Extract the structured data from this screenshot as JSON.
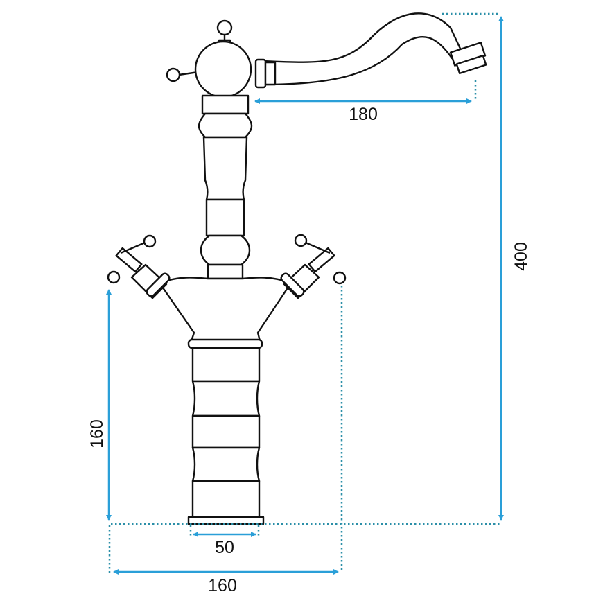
{
  "dimensions": {
    "spout_reach": "180",
    "total_height": "400",
    "body_height": "160",
    "base_diameter": "50",
    "handle_width": "160"
  },
  "colors": {
    "dimension_line": "#2a9fd8",
    "extension_line": "#2b8fa8",
    "outline": "#111111"
  }
}
